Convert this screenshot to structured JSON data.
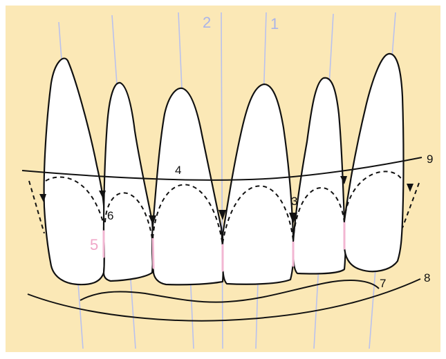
{
  "colors": {
    "background": "#fbe8b6",
    "outline": "#111111",
    "axis_lines": "#b9c1ee",
    "axis_labels": "#aab4e8",
    "contact_marks": "#f2b6d2",
    "label_text": "#111111",
    "pink_label": "#f0a6c8"
  },
  "labels": {
    "axis_2": "2",
    "axis_1": "1",
    "label_3": "3",
    "label_4": "4",
    "label_5": "5",
    "label_6": "6",
    "label_7": "7",
    "label_8": "8",
    "label_9": "9"
  }
}
